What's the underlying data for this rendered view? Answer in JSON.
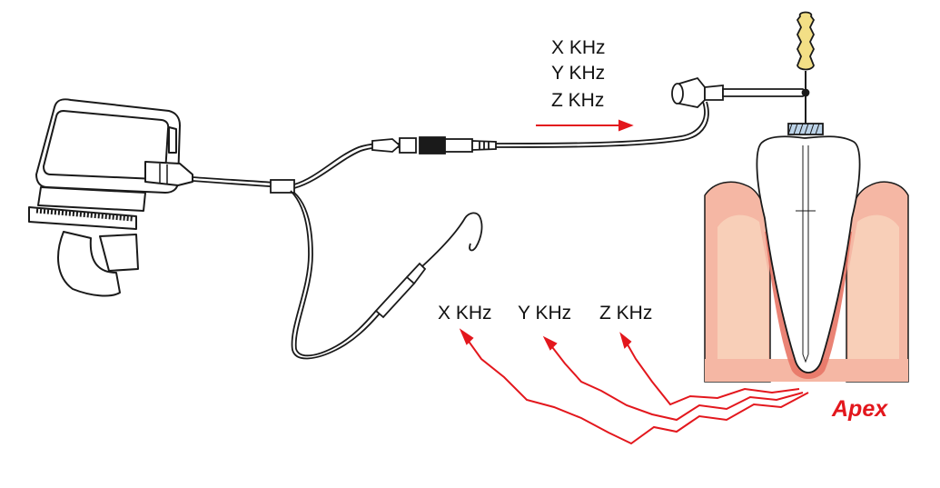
{
  "colors": {
    "signal": "#e3171d",
    "outline": "#1a1a1a",
    "gum": "#f5b7a4",
    "bone": "#f8cfb8",
    "inflamed": "#e87566",
    "file_handle": "#f3df86",
    "stopper": "#bcd3e8"
  },
  "labels": {
    "transmit": [
      "X KHz",
      "Y KHz",
      "Z KHz"
    ],
    "receive": [
      "X KHz",
      "Y KHz",
      "Z KHz"
    ],
    "apex": "Apex"
  },
  "icons": {
    "device": "apex-locator-device-icon",
    "file_clip": "file-clip-icon",
    "lip_hook": "lip-hook-icon",
    "tooth": "tooth-icon"
  }
}
